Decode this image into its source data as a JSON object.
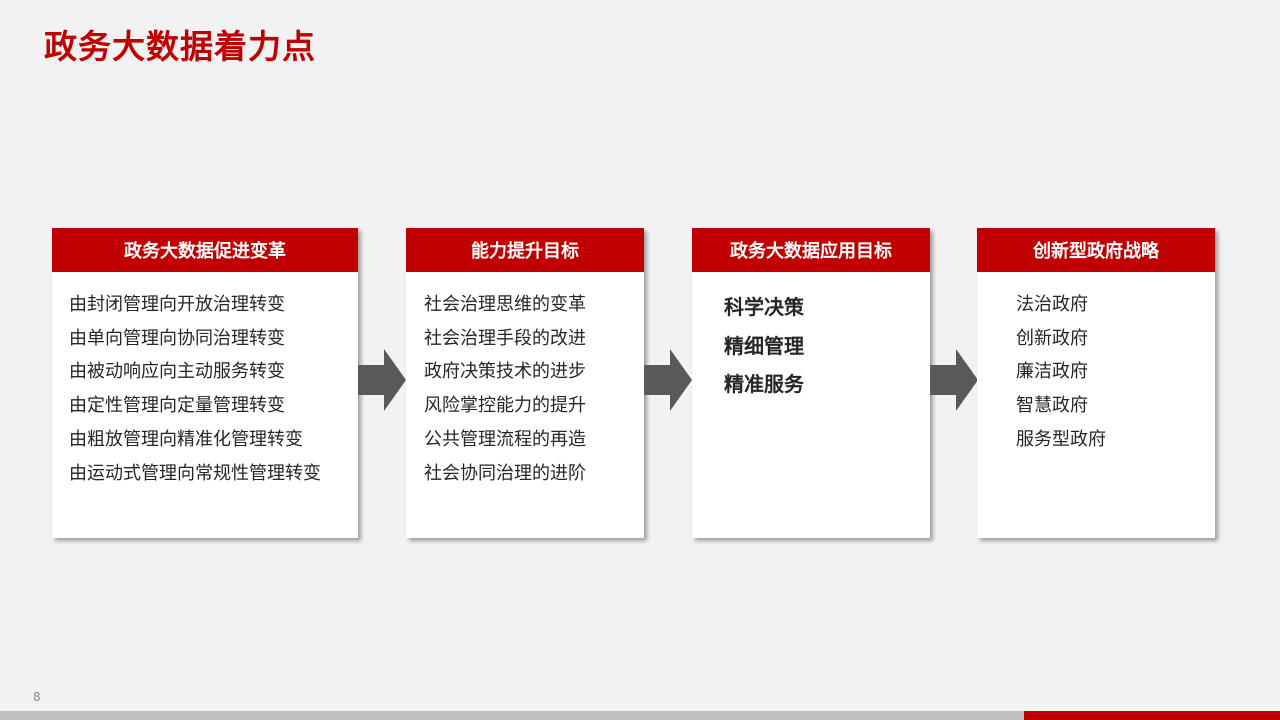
{
  "title": "政务大数据着力点",
  "page_number": "8",
  "colors": {
    "accent": "#c00000",
    "arrow": "#595959",
    "background": "#f2f2f2"
  },
  "columns": [
    {
      "header": "政务大数据促进变革",
      "items": [
        "由封闭管理向开放治理转变",
        "由单向管理向协同治理转变",
        "由被动响应向主动服务转变",
        "由定性管理向定量管理转变",
        "由粗放管理向精准化管理转变",
        "由运动式管理向常规性管理转变"
      ]
    },
    {
      "header": "能力提升目标",
      "items": [
        "社会治理思维的变革",
        "社会治理手段的改进",
        "政府决策技术的进步",
        "风险掌控能力的提升",
        "公共管理流程的再造",
        "社会协同治理的进阶"
      ]
    },
    {
      "header": "政务大数据应用目标",
      "items": [
        "科学决策",
        "精细管理",
        "精准服务"
      ]
    },
    {
      "header": "创新型政府战略",
      "items": [
        "法治政府",
        "创新政府",
        "廉洁政府",
        "智慧政府",
        "服务型政府"
      ]
    }
  ]
}
